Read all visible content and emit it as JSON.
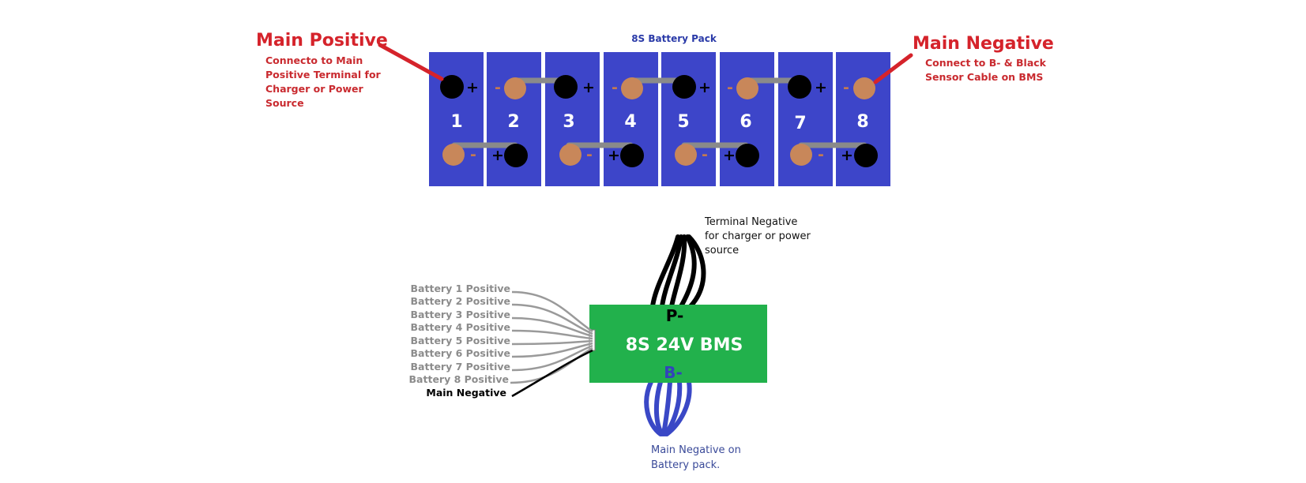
{
  "pack": {
    "title": "8S Battery Pack",
    "cells": [
      "1",
      "2",
      "3",
      "4",
      "5",
      "6",
      "7",
      "8"
    ],
    "pos_symbol": "+",
    "neg_symbol": "-"
  },
  "main_positive": {
    "title": "Main Positive",
    "note": [
      "Connecto to Main",
      "Positive Terminal for",
      "Charger or Power",
      "Source"
    ]
  },
  "main_negative": {
    "title": "Main Negative",
    "note": [
      "Connect to B- & Black",
      "Sensor Cable on BMS"
    ]
  },
  "bms": {
    "title": "8S 24V BMS",
    "p_label": "P-",
    "b_label": "B-"
  },
  "sense_wires": [
    "Battery 1 Positive",
    "Battery 2 Positive",
    "Battery 3 Positive",
    "Battery 4 Positive",
    "Battery 5 Positive",
    "Battery 6 Positive",
    "Battery 7 Positive",
    "Battery 8 Positive"
  ],
  "sense_main_negative": "Main Negative",
  "terminal_negative_note": [
    "Terminal Negative",
    "for charger or power",
    "source"
  ],
  "battery_negative_note": [
    "Main Negative on",
    "Battery pack."
  ],
  "colors": {
    "cell_fill": "#3d45c9",
    "terminal_pos": "#000000",
    "terminal_neg": "#c8875a",
    "busbar": "#8a8a8a",
    "red": "#d5232b",
    "bms_fill": "#22b14c",
    "b_wire": "#3a48c6",
    "sense_wire": "#9a9a9a"
  }
}
